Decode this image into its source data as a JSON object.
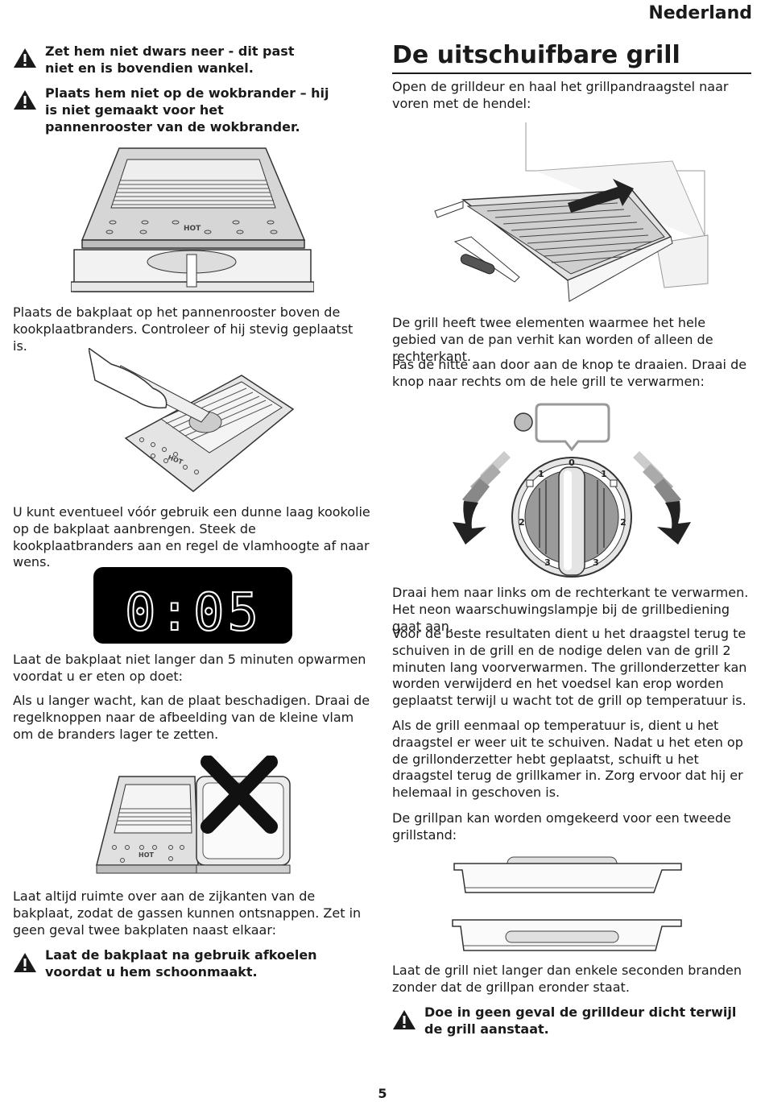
{
  "header": {
    "language": "Nederland"
  },
  "left": {
    "warning_1": "Zet hem niet dwars neer - dit past niet en is bovendien wankel.",
    "warning_2": "Plaats hem niet op de wokbrander – hij is niet gemaakt voor het pannenrooster van de wokbrander.",
    "para_1": "Plaats de bakplaat op het pannenrooster boven de kookplaatbranders. Controleer of hij stevig geplaatst is.",
    "para_2": "U kunt eventueel vóór gebruik een dunne laag kookolie op de bakplaat aanbrengen. Steek de kookplaatbranders aan en regel de vlamhoogte af naar wens.",
    "timer_display": "0:05",
    "para_3": "Laat de bakplaat niet langer dan 5 minuten opwarmen voordat u er eten op doet:",
    "para_4": "Als u langer wacht, kan de plaat beschadigen. Draai de regelknoppen naar de afbeelding van de kleine vlam om de branders lager te zetten.",
    "para_5": "Laat altijd ruimte over aan de zijkanten van de bakplaat, zodat de gassen kunnen ontsnappen. Zet in geen geval twee bakplaten naast elkaar:",
    "warning_3": "Laat de bakplaat na gebruik afkoelen voordat u hem schoonmaakt.",
    "plate_label": "HOT"
  },
  "right": {
    "title": "De uitschuifbare grill",
    "para_1": "Open de grilldeur en haal het grillpandraagstel naar voren met de hendel:",
    "para_2": "De grill heeft twee elementen waarmee het hele gebied van de pan verhit kan worden of alleen de rechterkant.",
    "para_3": "Pas de hitte aan door aan de knop te draaien. Draai de knop naar rechts om de hele grill te verwarmen:",
    "knob_marks": {
      "zero": "0",
      "one_left": "1",
      "one_right": "1",
      "two_left": "2",
      "two_right": "2",
      "three_left": "3",
      "three_right": "3"
    },
    "para_4": "Draai hem naar links om de rechterkant te verwarmen. Het neon waarschuwingslampje bij de grillbediening gaat aan.",
    "para_5": "Voor de beste resultaten dient u het draagstel terug te schuiven in de grill en de nodige delen van de grill 2 minuten lang voorverwarmen. The grillonderzetter kan worden verwijderd en het voedsel kan erop worden geplaatst terwijl u wacht tot de grill op temperatuur is.",
    "para_6": "Als de grill eenmaal op temperatuur is, dient u het draagstel er weer uit te schuiven. Nadat u het eten op de grillonderzetter hebt geplaatst, schuift u het draagstel terug de grillkamer in. Zorg ervoor dat hij er helemaal in geschoven is.",
    "para_7": "De grillpan kan worden omgekeerd voor een tweede grillstand:",
    "para_8": "Laat de grill niet langer dan enkele seconden branden zonder dat de grillpan eronder staat.",
    "warning_4": "Doe in geen geval de grilldeur dicht terwijl de grill aanstaat."
  },
  "footer": {
    "page_number": "5"
  },
  "colors": {
    "text": "#1a1a1a",
    "plate_gray": "#d6d6d6",
    "arrow_dark": "#222222"
  },
  "icons": {
    "warning": "warning-triangle-icon"
  }
}
